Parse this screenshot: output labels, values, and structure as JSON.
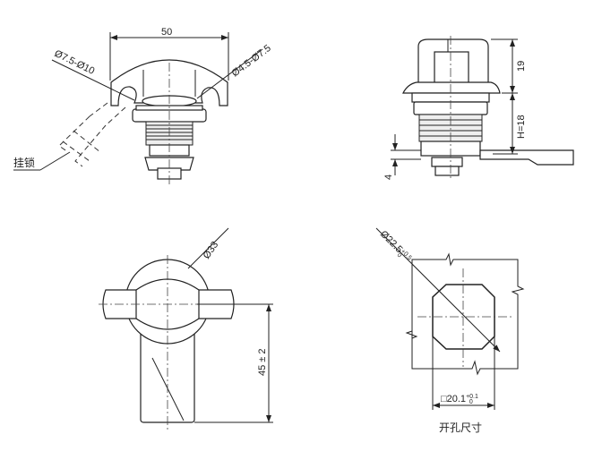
{
  "drawing": {
    "top_left_view": {
      "width_dim": "50",
      "hole_large": "Ø7.5-Ø10",
      "hole_small": "Ø4.5-Ø7.5",
      "padlock_label": "挂锁"
    },
    "top_right_view": {
      "cap_height": "19",
      "body_height": "H=18",
      "tongue_thickness": "4"
    },
    "bottom_left_view": {
      "diameter": "Ø33",
      "length": "45 ± 2"
    },
    "bottom_right_view": {
      "hole_diameter": "Ø22.5",
      "hole_diameter_tol_upper": "+0.5",
      "hole_diameter_tol_lower": "0",
      "square_size": "□20.1",
      "square_tol_upper": "+0.1",
      "square_tol_lower": "0",
      "caption": "开孔尺寸"
    }
  }
}
